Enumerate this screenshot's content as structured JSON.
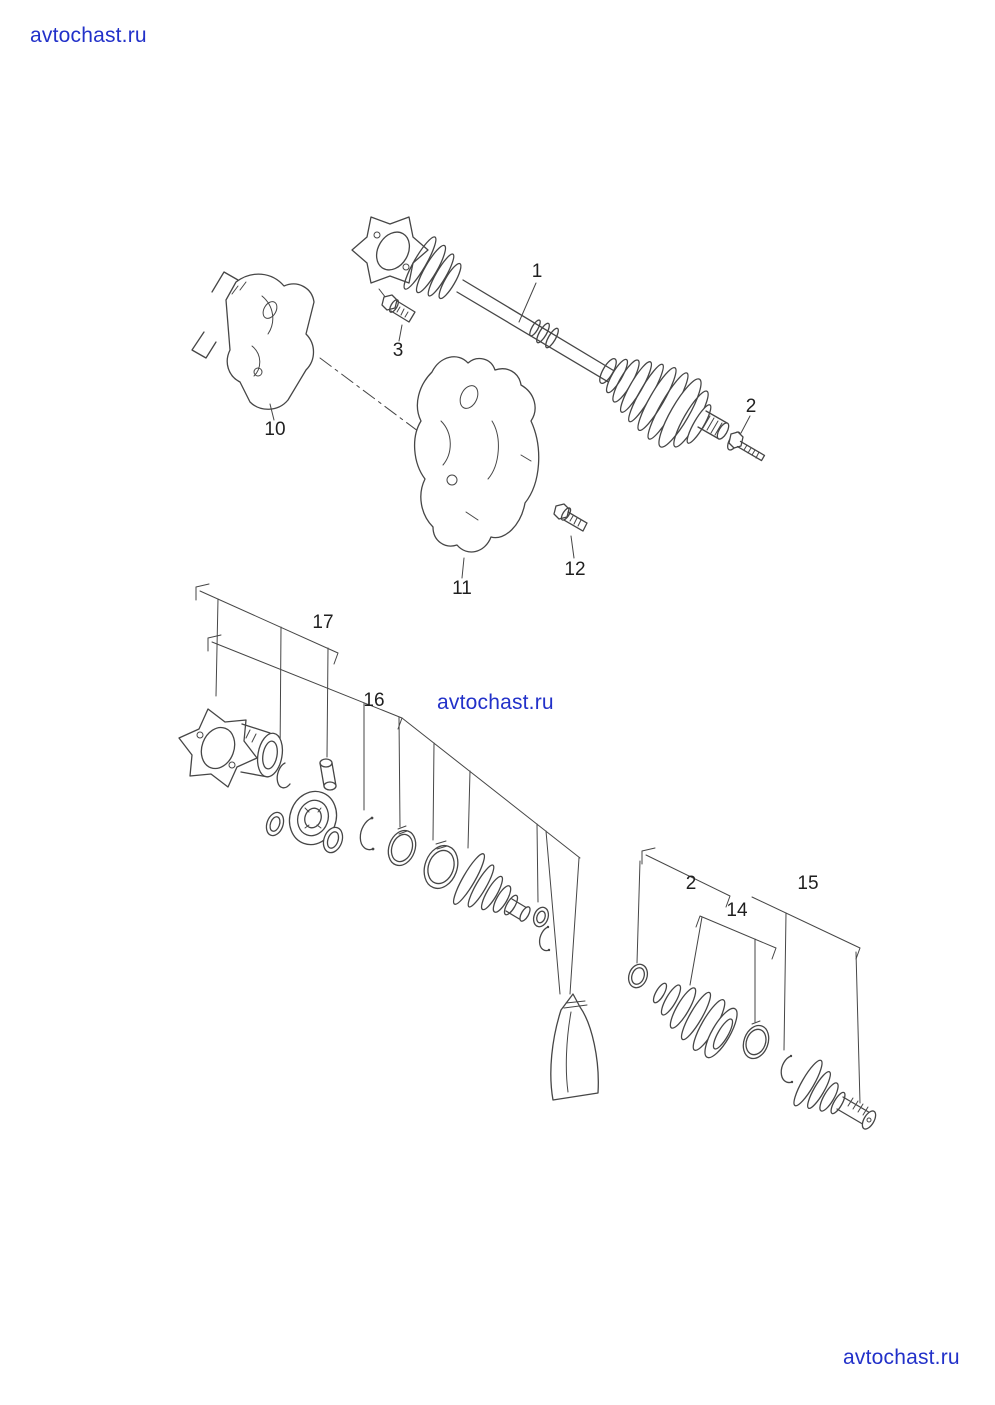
{
  "watermarks": {
    "top_left": "avtochast.ru",
    "center": "avtochast.ru",
    "bottom_right": "avtochast.ru"
  },
  "colors": {
    "watermark_blue": "#2231c9",
    "diagram_line": "#464646",
    "label_text": "#1f1f1f",
    "background": "#ffffff"
  },
  "diagram": {
    "type": "exploded-parts-diagram",
    "callouts": [
      {
        "part": "1"
      },
      {
        "part": "3"
      },
      {
        "part": "2"
      },
      {
        "part": "10"
      },
      {
        "part": "11"
      },
      {
        "part": "12"
      },
      {
        "part": "17"
      },
      {
        "part": "16"
      },
      {
        "part": "2"
      },
      {
        "part": "15"
      },
      {
        "part": "14"
      }
    ]
  }
}
